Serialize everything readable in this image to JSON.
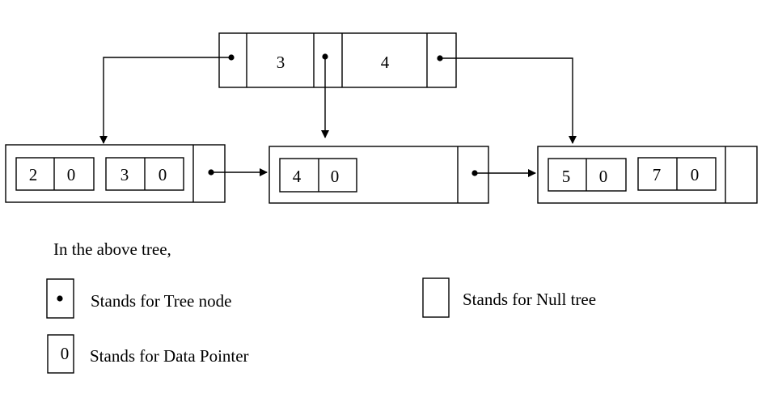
{
  "root_node": {
    "keys": [
      "3",
      "4"
    ]
  },
  "leaf_nodes": [
    {
      "entries": [
        {
          "key": "2",
          "ptr": "0"
        },
        {
          "key": "3",
          "ptr": "0"
        }
      ]
    },
    {
      "entries": [
        {
          "key": "4",
          "ptr": "0"
        }
      ]
    },
    {
      "entries": [
        {
          "key": "5",
          "ptr": "0"
        },
        {
          "key": "7",
          "ptr": "0"
        }
      ]
    }
  ],
  "caption": "In the above tree,",
  "legend": {
    "tree_node": "Stands for Tree node",
    "null_tree": "Stands for Null tree",
    "data_pointer_symbol": "0",
    "data_pointer": "Stands for Data Pointer"
  }
}
